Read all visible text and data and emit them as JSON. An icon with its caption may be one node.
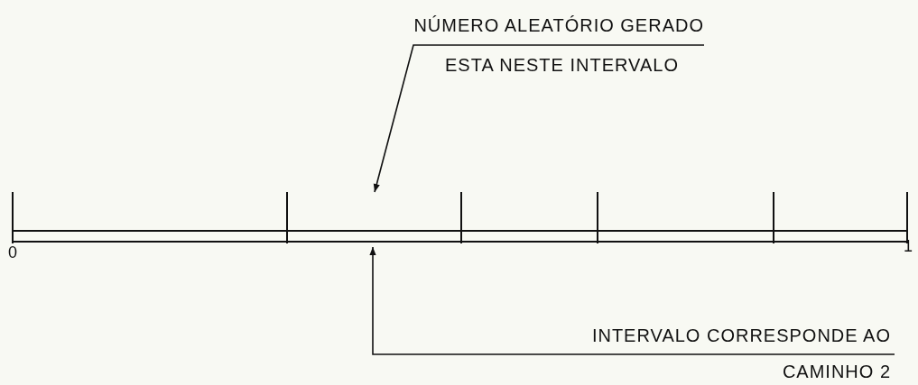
{
  "diagram": {
    "nodes": [
      {
        "text": [
          "NÚMERO ALEATÓRIO GERADO",
          "ESTA NESTE INTERVALO"
        ]
      },
      {
        "text": [
          "INTERVALO CORRESPONDE AO",
          "CAMINHO 2"
        ]
      },
      {
        "text": [],
        "shape": "bar"
      },
      {
        "text": [],
        "shape": "bar"
      },
      {
        "text": [],
        "shape": "bar"
      },
      {
        "text": [],
        "shape": "bar"
      },
      {
        "text": [],
        "shape": "bar"
      }
    ],
    "edges": [
      {
        "from": 0,
        "to": 3,
        "arrow": "to"
      },
      {
        "from": 1,
        "to": 3,
        "arrow": "to"
      }
    ],
    "labels": [
      "0",
      "1"
    ]
  }
}
